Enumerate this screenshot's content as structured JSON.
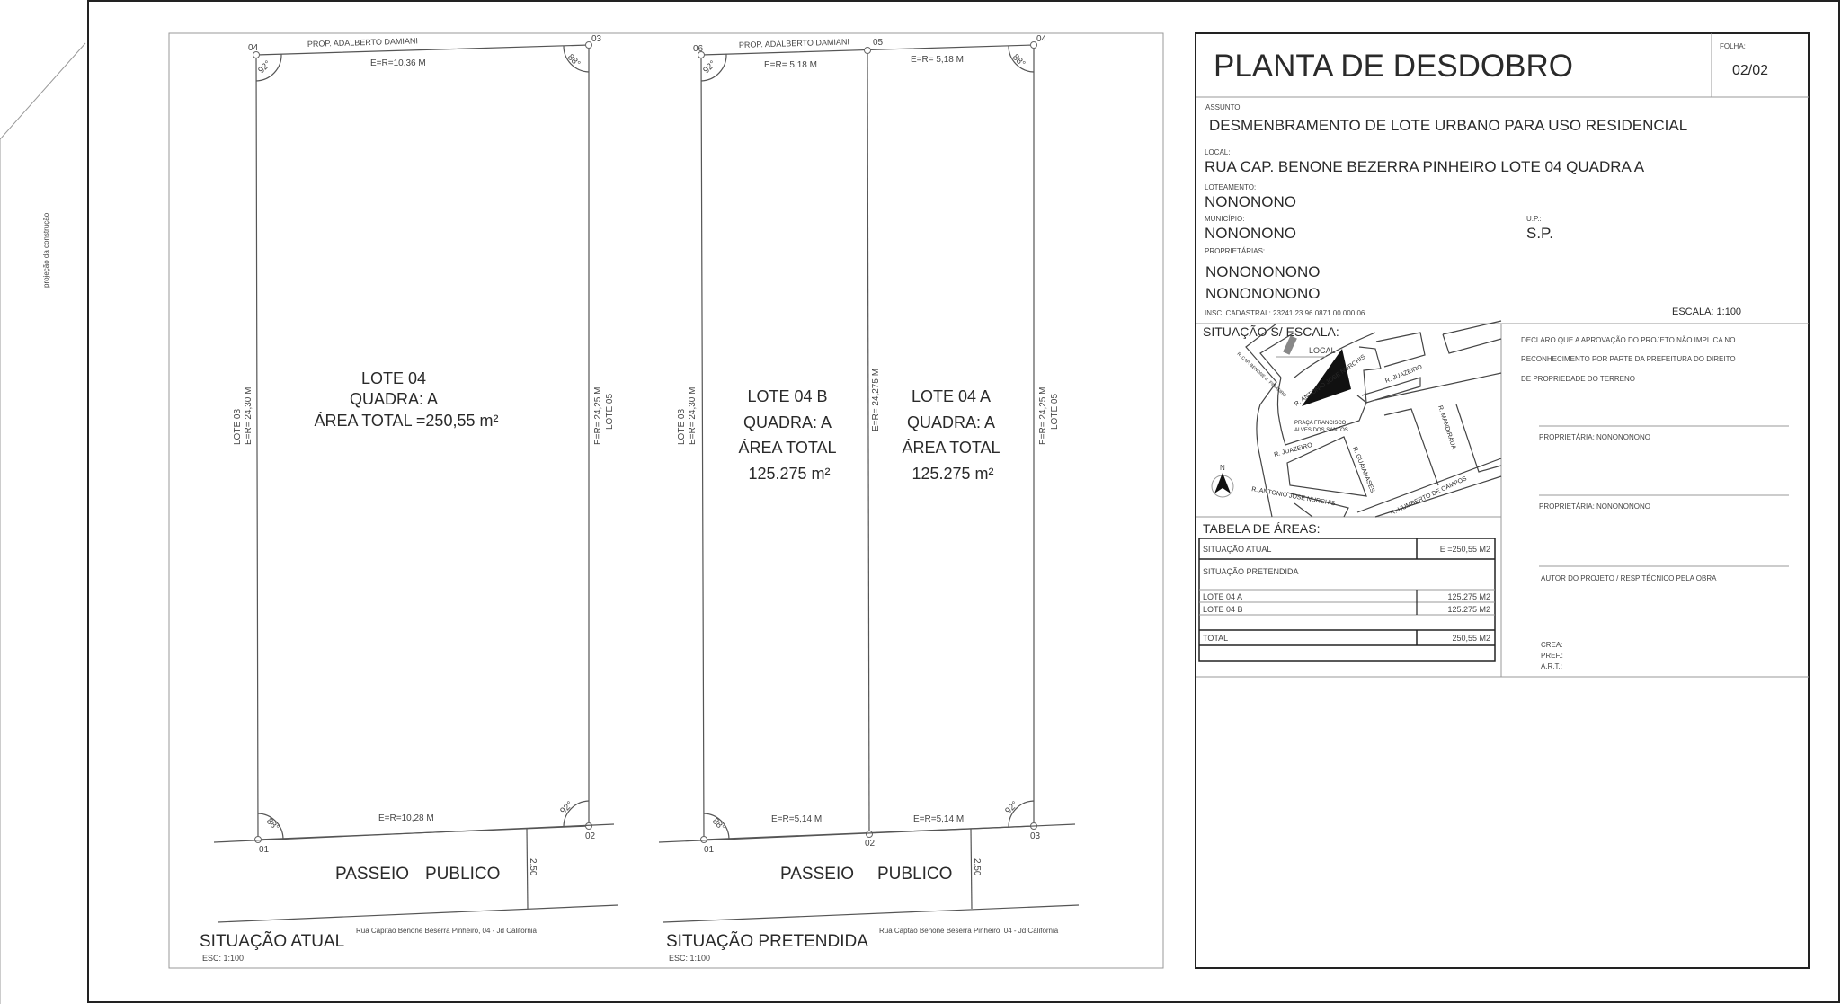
{
  "side_note": "projeção da construção",
  "plans": [
    {
      "title": "SITUAÇÃO ATUAL",
      "scale": "ESC: 1:100",
      "address": "Rua Capitao Benone Beserra Pinheiro, 04 - Jd California",
      "neighbor_top": "PROP. ADALBERTO DAMIANI",
      "points": [
        "04",
        "03",
        "01",
        "02"
      ],
      "dim_top": "E=R=10,36 M",
      "dim_bottom": "E=R=10,28 M",
      "dim_left": "E=R= 24,30 M",
      "dim_right": "E=R= 24,25 M",
      "lot_left": "LOTE 03",
      "lot_right": "LOTE 05",
      "angles": [
        "92°",
        "88°",
        "88°",
        "92°"
      ],
      "sidewalk": [
        "PASSEIO",
        "PUBLICO"
      ],
      "sidewalk_width": "2.50",
      "lots": [
        {
          "name": "LOTE 04",
          "block": "QUADRA: A",
          "area": "ÁREA TOTAL =250,55 m²"
        }
      ]
    },
    {
      "title": "SITUAÇÃO PRETENDIDA",
      "scale": "ESC: 1:100",
      "address": "Rua Captao Benone Beserra Pinheiro, 04 - Jd California",
      "neighbor_top": "PROP. ADALBERTO DAMIANI",
      "points": [
        "06",
        "05",
        "04",
        "01",
        "02",
        "03"
      ],
      "dim_top": [
        "E=R= 5,18 M",
        "E=R= 5,18 M"
      ],
      "dim_bottom": [
        "E=R=5,14 M",
        "E=R=5,14 M"
      ],
      "dim_left": "E=R= 24,30 M",
      "dim_middle": "E=R= 24,275 M",
      "dim_right": "E=R= 24,25 M",
      "lot_left": "LOTE 03",
      "lot_right": "LOTE 05",
      "angles": [
        "92°",
        "88°",
        "88°",
        "92°"
      ],
      "sidewalk": [
        "PASSEIO",
        "PUBLICO"
      ],
      "sidewalk_width": "2.50",
      "lots": [
        {
          "name": "LOTE 04 B",
          "block": "QUADRA: A",
          "area_label": "ÁREA TOTAL",
          "area": "125.275 m²"
        },
        {
          "name": "LOTE 04 A",
          "block": "QUADRA: A",
          "area_label": "ÁREA TOTAL",
          "area": "125.275 m²"
        }
      ]
    }
  ],
  "title_block": {
    "title": "PLANTA DE DESDOBRO",
    "sheet_label": "FOLHA:",
    "sheet": "02/02",
    "subject_label": "ASSUNTO:",
    "subject": "DESMENBRAMENTO DE LOTE URBANO PARA USO RESIDENCIAL",
    "location_label": "LOCAL:",
    "location": "RUA CAP. BENONE BEZERRA PINHEIRO LOTE 04  QUADRA A",
    "subdivision_label": "LOTEAMENTO:",
    "subdivision": "NONONONO",
    "city_label": "MUNICÍPIO:",
    "city": "NONONONO",
    "state_label": "U.P.:",
    "state": "S.P.",
    "owners_label": "PROPRIETÁRIAS:",
    "owners": [
      "NONONONONO",
      "NONONONONO"
    ],
    "registry": "INSC. CADASTRAL:   23241.23.96.0871.00.000.06",
    "scale": "ESCALA: 1:100"
  },
  "site_map": {
    "title": "SITUAÇÃO S/ ESCALA:",
    "local_label": "LOCAL",
    "square": [
      "PRAÇA FRANCISCO",
      "ALVES DOS SANTOS"
    ],
    "streets": [
      "R. ANTONIO JOSE NURCHIS",
      "R. JUAZEIRO",
      "R. JUAZEIRO",
      "R. GUAIANASES",
      "R. MANDIRAUA",
      "R. ANTONIO JOSE NURCHIS",
      "R. HUMBERTO DE CAMPOS",
      "R. CAP. BENONE B. PINHEIRO"
    ],
    "north": "N"
  },
  "declaration": {
    "lines": [
      "DECLARO QUE A APROVAÇÃO DO PROJETO NÃO IMPLICA NO",
      "RECONHECIMENTO POR PARTE DA PREFEITURA DO DIREITO",
      "DE PROPRIEDADE DO TERRENO"
    ],
    "owner1": "PROPRIETÁRIA: NONONONONO",
    "owner2": "PROPRIETÁRIA: NONONONONO",
    "author": "AUTOR DO PROJETO / RESP TÉCNICO PELA OBRA",
    "crea": "CREA:",
    "pref": "PREF.:",
    "art": "A.R.T.:"
  },
  "area_table": {
    "title": "TABELA DE ÁREAS:",
    "current_label": "SITUAÇÃO ATUAL",
    "current_value": "E =250,55 M2",
    "intended_label": "SITUAÇÃO PRETENDIDA",
    "rows": [
      {
        "label": "LOTE 04 A",
        "value": "125.275 M2"
      },
      {
        "label": "LOTE 04 B",
        "value": "125.275 M2"
      }
    ],
    "total_label": "TOTAL",
    "total_value": "250,55 M2"
  }
}
